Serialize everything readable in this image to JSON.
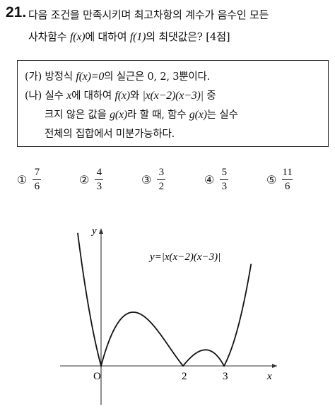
{
  "question": {
    "number": "21.",
    "line1": "다음 조건을 만족시키며 최고차항의 계수가 음수인 모든",
    "line2_prefix": "사차함수 ",
    "line2_f": "f(x)",
    "line2_mid": "에 대하여 ",
    "line2_f1": "f(1)",
    "line2_suffix": "의 최댓값은? [4점]"
  },
  "conditions": {
    "ga_label": "(가)",
    "ga_prefix": "방정식 ",
    "ga_eq": "f(x)=0",
    "ga_suffix": "의 실근은 0, 2, 3뿐이다.",
    "na_label": "(나)",
    "na_prefix": "실수 ",
    "na_x": "x",
    "na_mid1": "에 대하여 ",
    "na_f": "f(x)",
    "na_mid2": "와 ",
    "na_abs": "|x(x−2)(x−3)|",
    "na_suffix": " 중",
    "line3_prefix": "크지 않은 값을 ",
    "line3_g": "g(x)",
    "line3_mid": "라 할 때, 함수 ",
    "line3_g2": "g(x)",
    "line3_suffix": "는 실수",
    "line4": "전체의 집합에서 미분가능하다."
  },
  "choices": [
    {
      "num": "①",
      "numerator": "7",
      "denominator": "6"
    },
    {
      "num": "②",
      "numerator": "4",
      "denominator": "3"
    },
    {
      "num": "③",
      "numerator": "3",
      "denominator": "2"
    },
    {
      "num": "④",
      "numerator": "5",
      "denominator": "3"
    },
    {
      "num": "⑤",
      "numerator": "11",
      "denominator": "6"
    }
  ],
  "graph": {
    "curve_label": "y=|x(x−2)(x−3)|",
    "y_axis_label": "y",
    "x_axis_label": "x",
    "origin_label": "O",
    "x_ticks": [
      "2",
      "3"
    ],
    "roots": [
      0,
      2,
      3
    ]
  }
}
